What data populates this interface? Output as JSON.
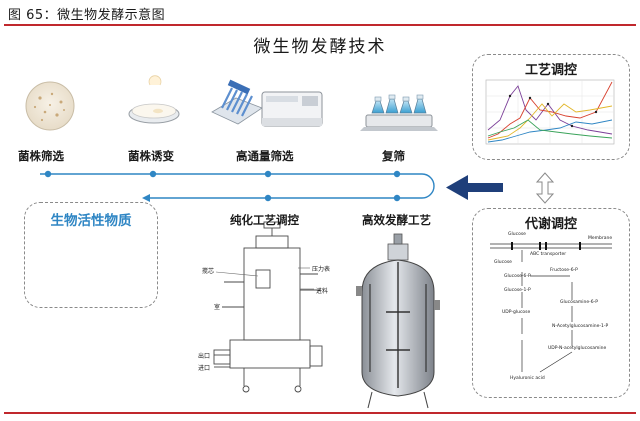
{
  "figure_header": "图 65：微生物发酵示意图",
  "main_title": "微生物发酵技术",
  "top_steps": [
    "菌株筛选",
    "菌株诱变",
    "高通量筛选",
    "复筛"
  ],
  "bottom_steps": [
    "纯化工艺调控",
    "高效发酵工艺"
  ],
  "bio_product": "生物活性物质",
  "process_control": "工艺调控",
  "metabolic_control": "代谢调控",
  "purification_labels": [
    "搅芯",
    "压力表",
    "进料",
    "室",
    "出口",
    "进口"
  ],
  "metabolic_labels": [
    "Glucose",
    "Membrane",
    "ABC transporter",
    "Glucose",
    "Glucose-6-P",
    "Glucose-1-P",
    "UDP-glucose",
    "Fructose-6-P",
    "Glucosamine-6-P",
    "N-Acetylglucosamine-1-P",
    "UDP-N-acetylglucosamine",
    "Hyaluronic acid"
  ],
  "colors": {
    "accent_red": "#c0282d",
    "flow_blue": "#2f86c4",
    "arrow_navy": "#1f3f7a",
    "bio_blue": "#2f86c4"
  }
}
